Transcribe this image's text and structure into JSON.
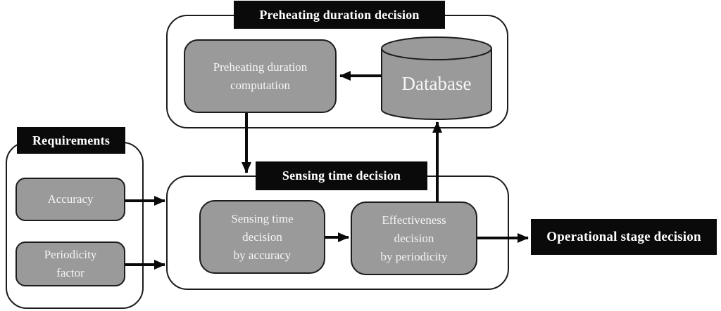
{
  "groups": {
    "preheating": {
      "title": "Preheating duration decision",
      "nodes": {
        "computation": {
          "label": "Preheating duration\ncomputation"
        },
        "database": {
          "label": "Database",
          "shape": "cylinder"
        }
      }
    },
    "requirements": {
      "title": "Requirements",
      "nodes": {
        "accuracy": {
          "label": "Accuracy"
        },
        "periodicity_factor": {
          "label": "Periodicity\nfactor"
        }
      }
    },
    "sensing": {
      "title": "Sensing time decision",
      "nodes": {
        "sensing_time_by_accuracy": {
          "label": "Sensing time\ndecision\nby accuracy"
        },
        "effectiveness_by_periodicity": {
          "label": "Effectiveness\ndecision\nby periodicity"
        }
      }
    },
    "operational": {
      "title": "Operational stage decision"
    }
  },
  "edges": [
    {
      "from": "database",
      "to": "preheating_duration_computation"
    },
    {
      "from": "preheating_duration_computation",
      "to": "sensing_time_decision_group"
    },
    {
      "from": "accuracy",
      "to": "sensing_time_decision_group"
    },
    {
      "from": "periodicity_factor",
      "to": "sensing_time_decision_group"
    },
    {
      "from": "sensing_time_by_accuracy",
      "to": "effectiveness_by_periodicity"
    },
    {
      "from": "effectiveness_by_periodicity",
      "to": "database"
    },
    {
      "from": "effectiveness_by_periodicity",
      "to": "operational_stage_decision"
    }
  ],
  "colors": {
    "background": "#ffffff",
    "node_fill": "#9a9a9a",
    "node_border": "#1c1c1c",
    "node_text": "#f5f5f5",
    "label_bg": "#0a0a0a",
    "label_text": "#ffffff",
    "arrow": "#0a0a0a"
  }
}
